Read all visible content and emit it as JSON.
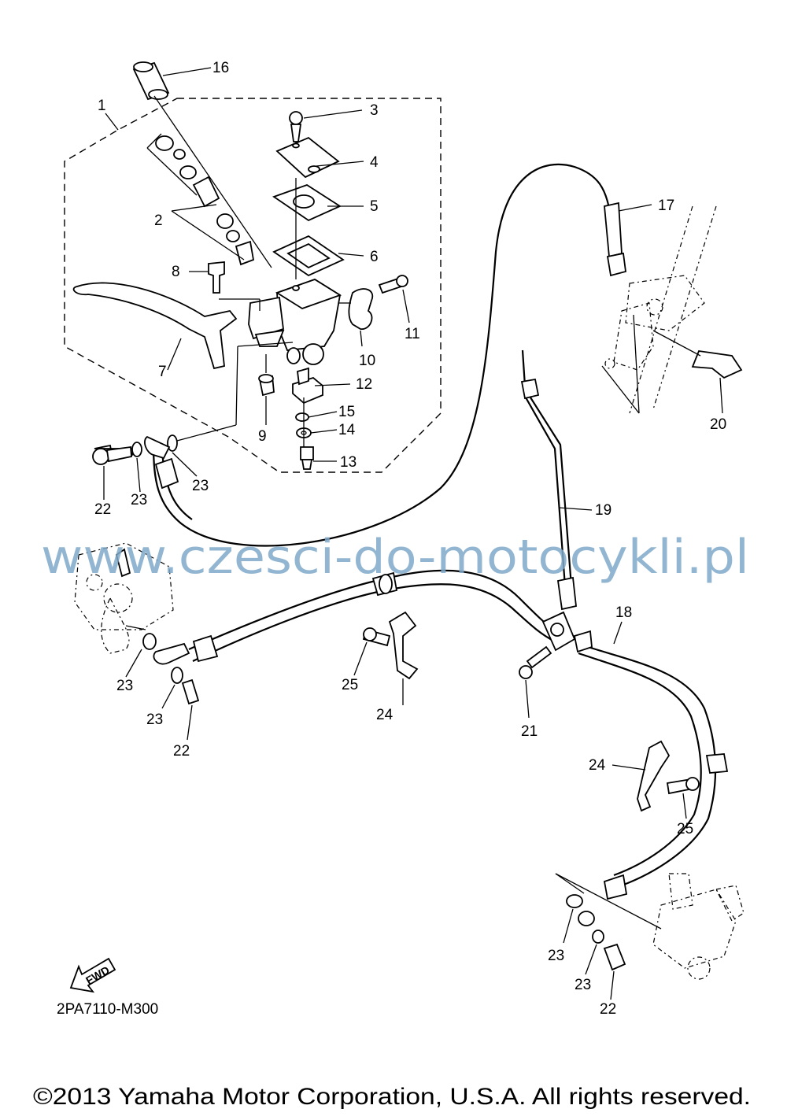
{
  "watermark": "www.czesci-do-motocykli.pl",
  "diagram_code": "2PA7110-M300",
  "copyright": "©2013 Yamaha Motor Corporation, U.S.A. All rights reserved.",
  "fwd_label": "FWD",
  "callouts": {
    "c1": "1",
    "c2": "2",
    "c3": "3",
    "c4": "4",
    "c5": "5",
    "c6": "6",
    "c7": "7",
    "c8": "8",
    "c9": "9",
    "c10": "10",
    "c11": "11",
    "c12": "12",
    "c13": "13",
    "c14": "14",
    "c15": "15",
    "c16": "16",
    "c17": "17",
    "c18": "18",
    "c19": "19",
    "c20": "20",
    "c21": "21",
    "c22a": "22",
    "c22b": "22",
    "c22c": "22",
    "c23a": "23",
    "c23b": "23",
    "c23c": "23",
    "c23d": "23",
    "c23e": "23",
    "c23f": "23",
    "c24a": "24",
    "c24b": "24",
    "c25a": "25",
    "c25b": "25"
  },
  "icons": [
    "fwd-arrow-icon"
  ]
}
